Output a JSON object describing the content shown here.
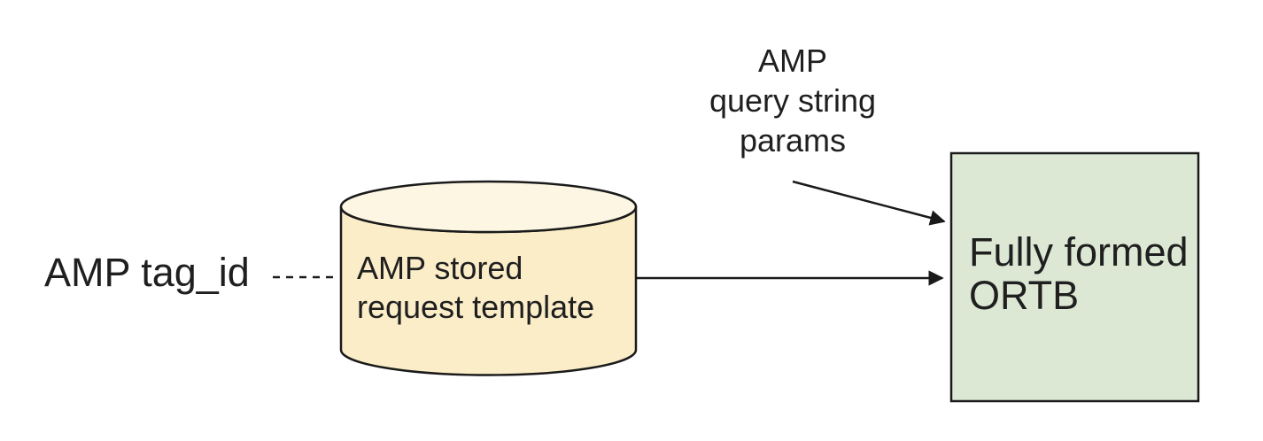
{
  "labels": {
    "tag_id": "AMP tag_id",
    "stored_request": "AMP stored\nrequest template",
    "query_params": "AMP\nquery string\nparams",
    "ortb": "Fully formed\nORTB"
  },
  "colors": {
    "background": "#ffffff",
    "line": "#1a1a1a",
    "text": "#1f1f1f",
    "cylinder_body": "#faedc8",
    "cylinder_top": "#fcf6e3",
    "ortb_box_fill": "#dce8d4"
  }
}
